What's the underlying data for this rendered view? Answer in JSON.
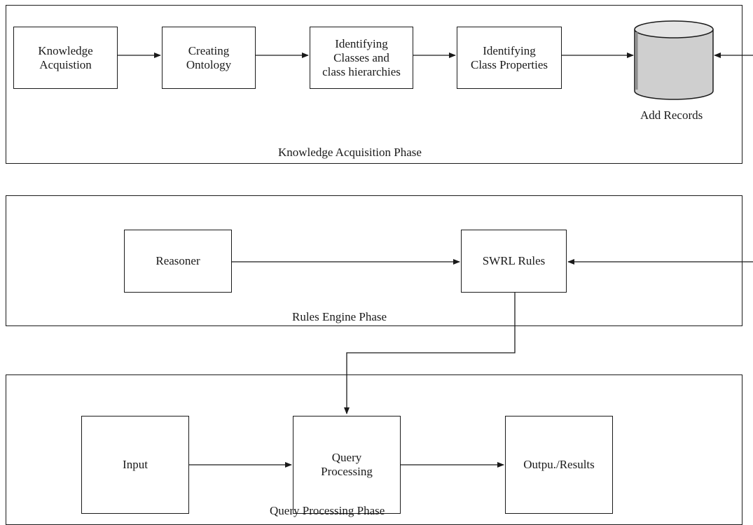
{
  "phases": {
    "knowledge": {
      "label": "Knowledge Acquisition Phase"
    },
    "rules": {
      "label": "Rules Engine Phase"
    },
    "query": {
      "label": "Query Processing Phase"
    }
  },
  "nodes": {
    "knowledge_acquisition": "Knowledge\nAcquistion",
    "creating_ontology": "Creating\nOntology",
    "identifying_classes": "Identifying\nClasses and\nclass hierarchies",
    "identifying_properties": "Identifying\nClass Properties",
    "add_records": "Add Records",
    "reasoner": "Reasoner",
    "swrl_rules": "SWRL Rules",
    "input": "Input",
    "query_processing": "Query\nProcessing",
    "output_results": "Outpu./Results"
  }
}
